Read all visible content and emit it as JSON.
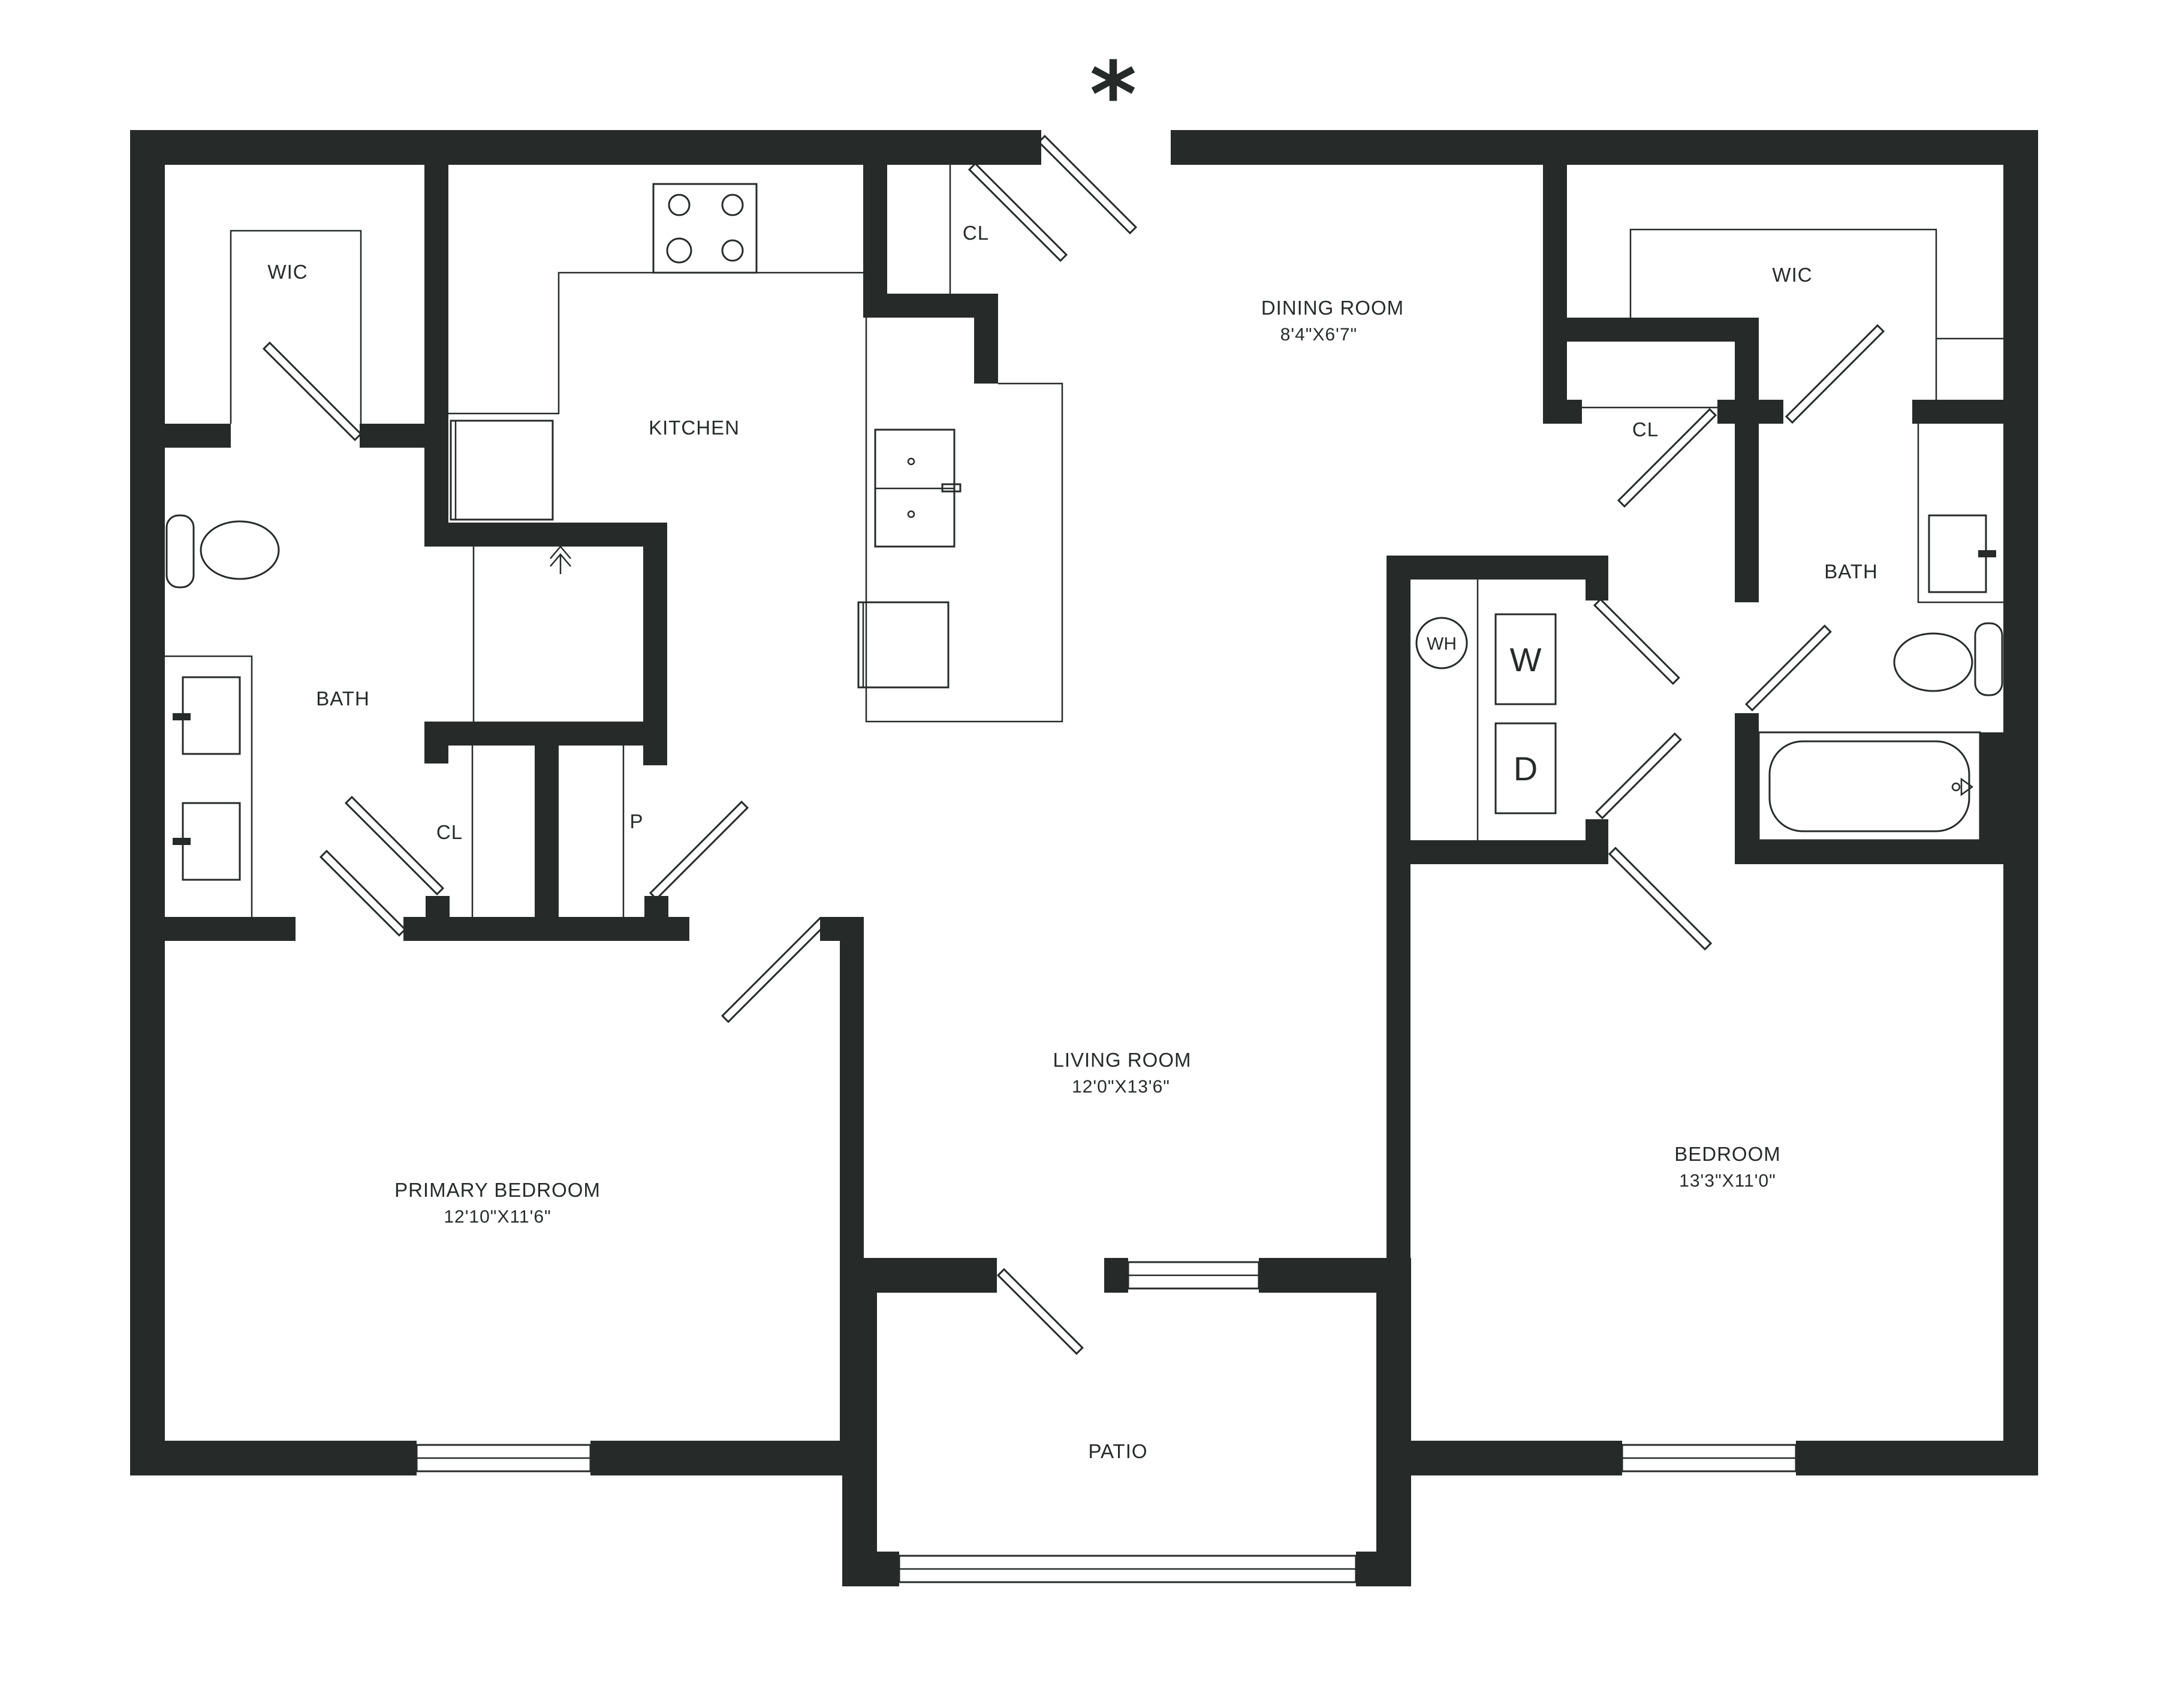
{
  "plan": {
    "marker": "*",
    "rooms": {
      "dining_room": {
        "name": "DINING ROOM",
        "dims": "8'4\"X6'7\""
      },
      "living_room": {
        "name": "LIVING ROOM",
        "dims": "12'0\"X13'6\""
      },
      "primary_bedroom": {
        "name": "PRIMARY BEDROOM",
        "dims": "12'10\"X11'6\""
      },
      "bedroom": {
        "name": "BEDROOM",
        "dims": "13'3\"X11'0\""
      },
      "kitchen": {
        "name": "KITCHEN"
      },
      "patio": {
        "name": "PATIO"
      },
      "left_wic": {
        "name": "WIC"
      },
      "right_wic": {
        "name": "WIC"
      },
      "left_bath": {
        "name": "BATH"
      },
      "right_bath": {
        "name": "BATH"
      },
      "entry_closet": {
        "name": "CL"
      },
      "left_closet": {
        "name": "CL"
      },
      "right_closet": {
        "name": "CL"
      },
      "pantry": {
        "name": "P"
      }
    },
    "appliances": {
      "water_heater": "WH",
      "washer": "W",
      "dryer": "D"
    },
    "colors": {
      "wall": "#262b2a",
      "background": "#ffffff"
    }
  }
}
